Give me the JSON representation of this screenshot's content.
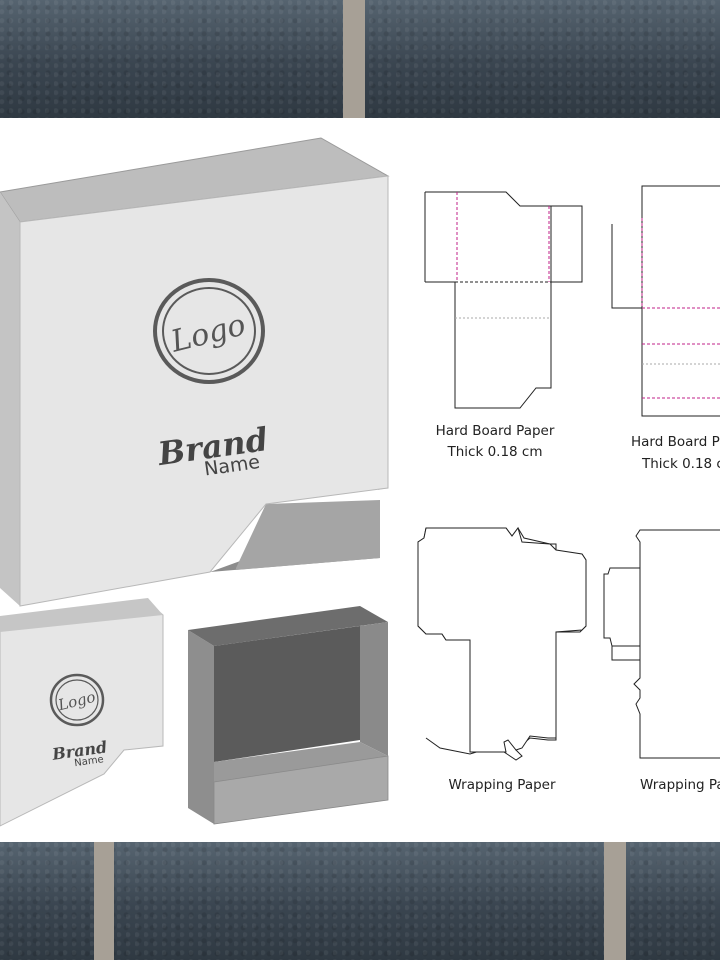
{
  "mockup": {
    "logo_text": "Logo",
    "brand_text": "Brand",
    "name_text": "Name"
  },
  "dielines": {
    "hard_board_1": {
      "title": "Hard Board Paper",
      "thickness": "Thick 0.18 cm"
    },
    "hard_board_2": {
      "title": "Hard Board Pa",
      "thickness": "Thick 0.18 c"
    },
    "wrapping_1": {
      "title": "Wrapping Paper"
    },
    "wrapping_2": {
      "title": "Wrapping Pa"
    }
  },
  "colors": {
    "box_face": "#e6e6e6",
    "box_side": "#c9c9c9",
    "box_top": "#bdbdbd",
    "tray_inner": "#5e5e5e",
    "fold_line": "#c0208a",
    "stone": "#3c4650"
  }
}
